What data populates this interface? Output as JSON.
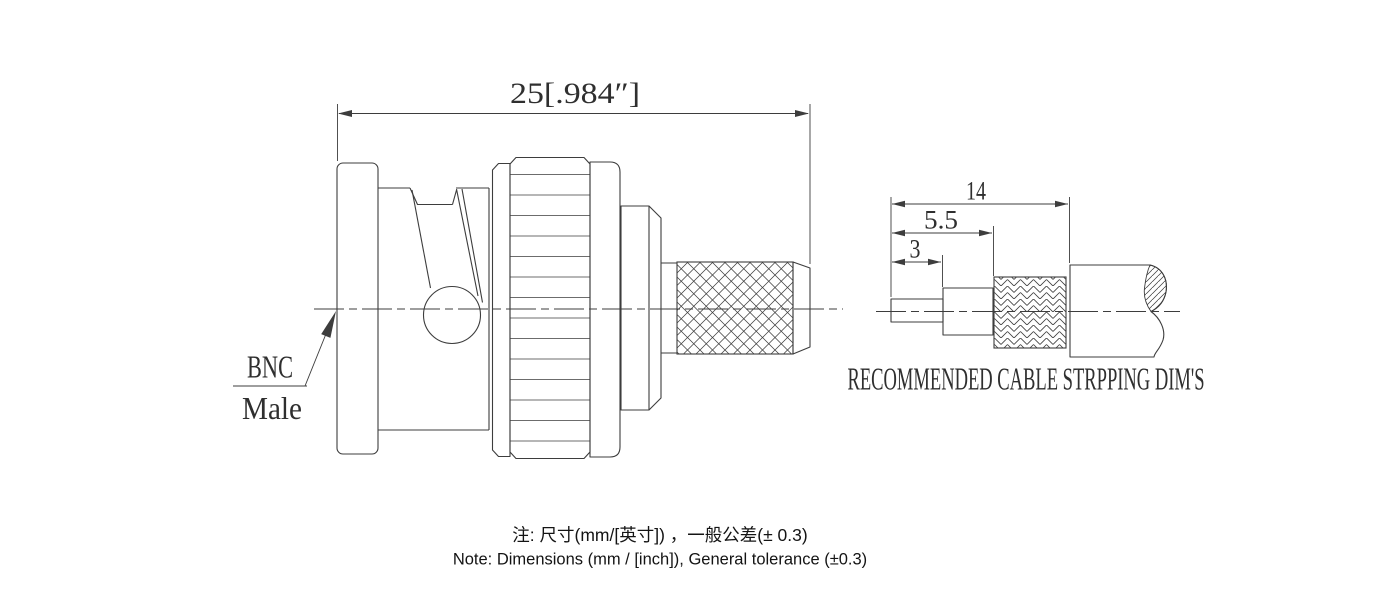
{
  "main_view": {
    "dimension_label": "25[.984″]",
    "part_label_line1": "BNC",
    "part_label_line2": "Male"
  },
  "strip_view": {
    "caption": "RECOMMENDED CABLE STRPPING DIM'S",
    "dims": [
      "14",
      "5.5",
      "3"
    ]
  },
  "notes": {
    "line_zh": "注: 尺寸(mm/[英寸]) ，一般公差(± 0.3)",
    "line_en": "Note: Dimensions (mm / [inch]), General tolerance (±0.3)"
  },
  "colors": {
    "line": "#3d3d3d",
    "cad_text": "#2f2f2f",
    "note_text": "#141414",
    "background": "#ffffff"
  }
}
